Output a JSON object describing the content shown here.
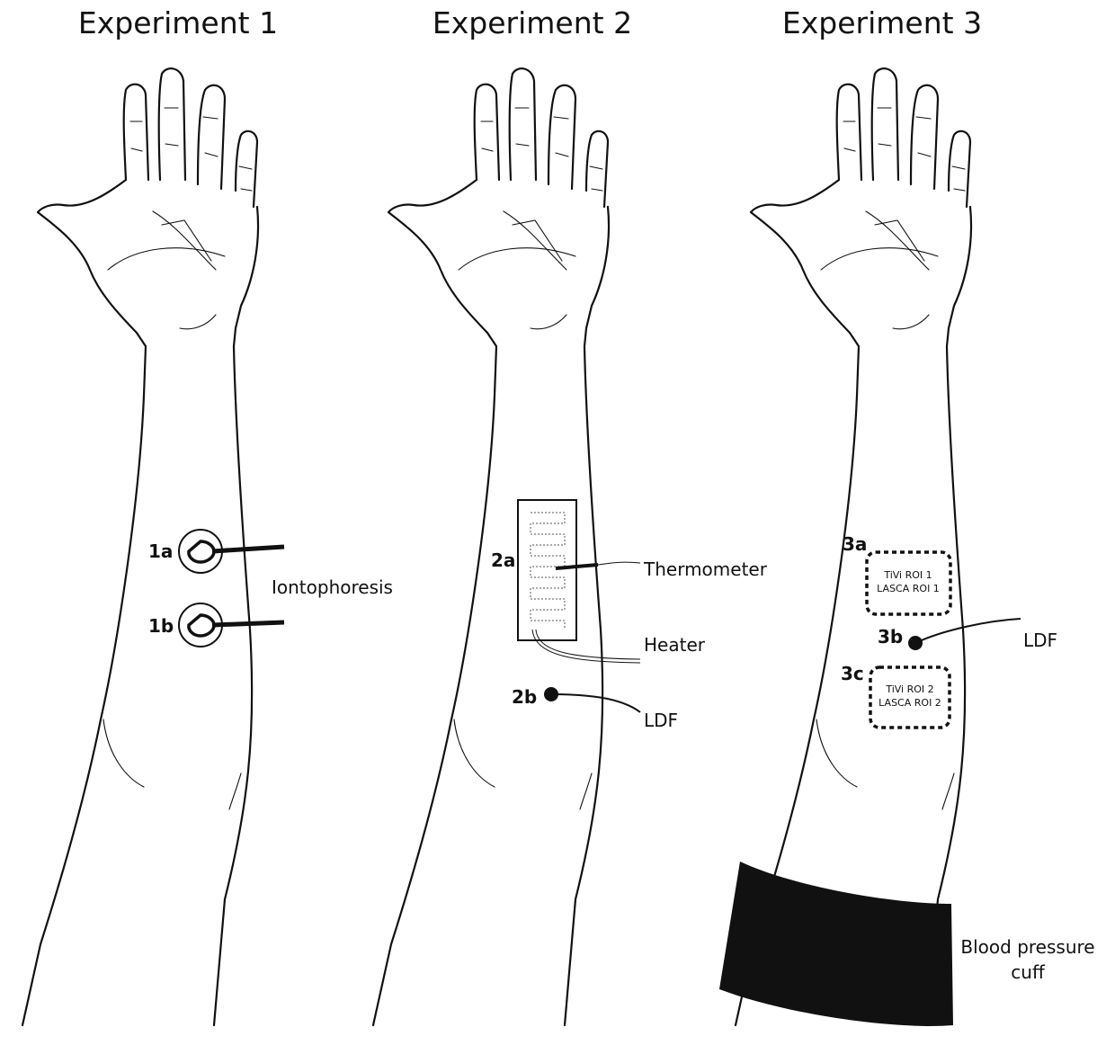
{
  "panels": [
    {
      "title": "Experiment 1",
      "labels": {
        "site_a": "1a",
        "site_b": "1b",
        "device": "Iontophoresis"
      }
    },
    {
      "title": "Experiment 2",
      "labels": {
        "site_a": "2a",
        "site_b": "2b",
        "thermometer": "Thermometer",
        "heater": "Heater",
        "ldf": "LDF"
      }
    },
    {
      "title": "Experiment 3",
      "labels": {
        "site_a": "3a",
        "site_b": "3b",
        "site_c": "3c",
        "ldf": "LDF",
        "roi1_line1": "TiVi ROI 1",
        "roi1_line2": "LASCA ROI 1",
        "roi2_line1": "TiVi ROI 2",
        "roi2_line2": "LASCA ROI 2",
        "cuff_line1": "Blood pressure",
        "cuff_line2": "cuff"
      }
    }
  ]
}
